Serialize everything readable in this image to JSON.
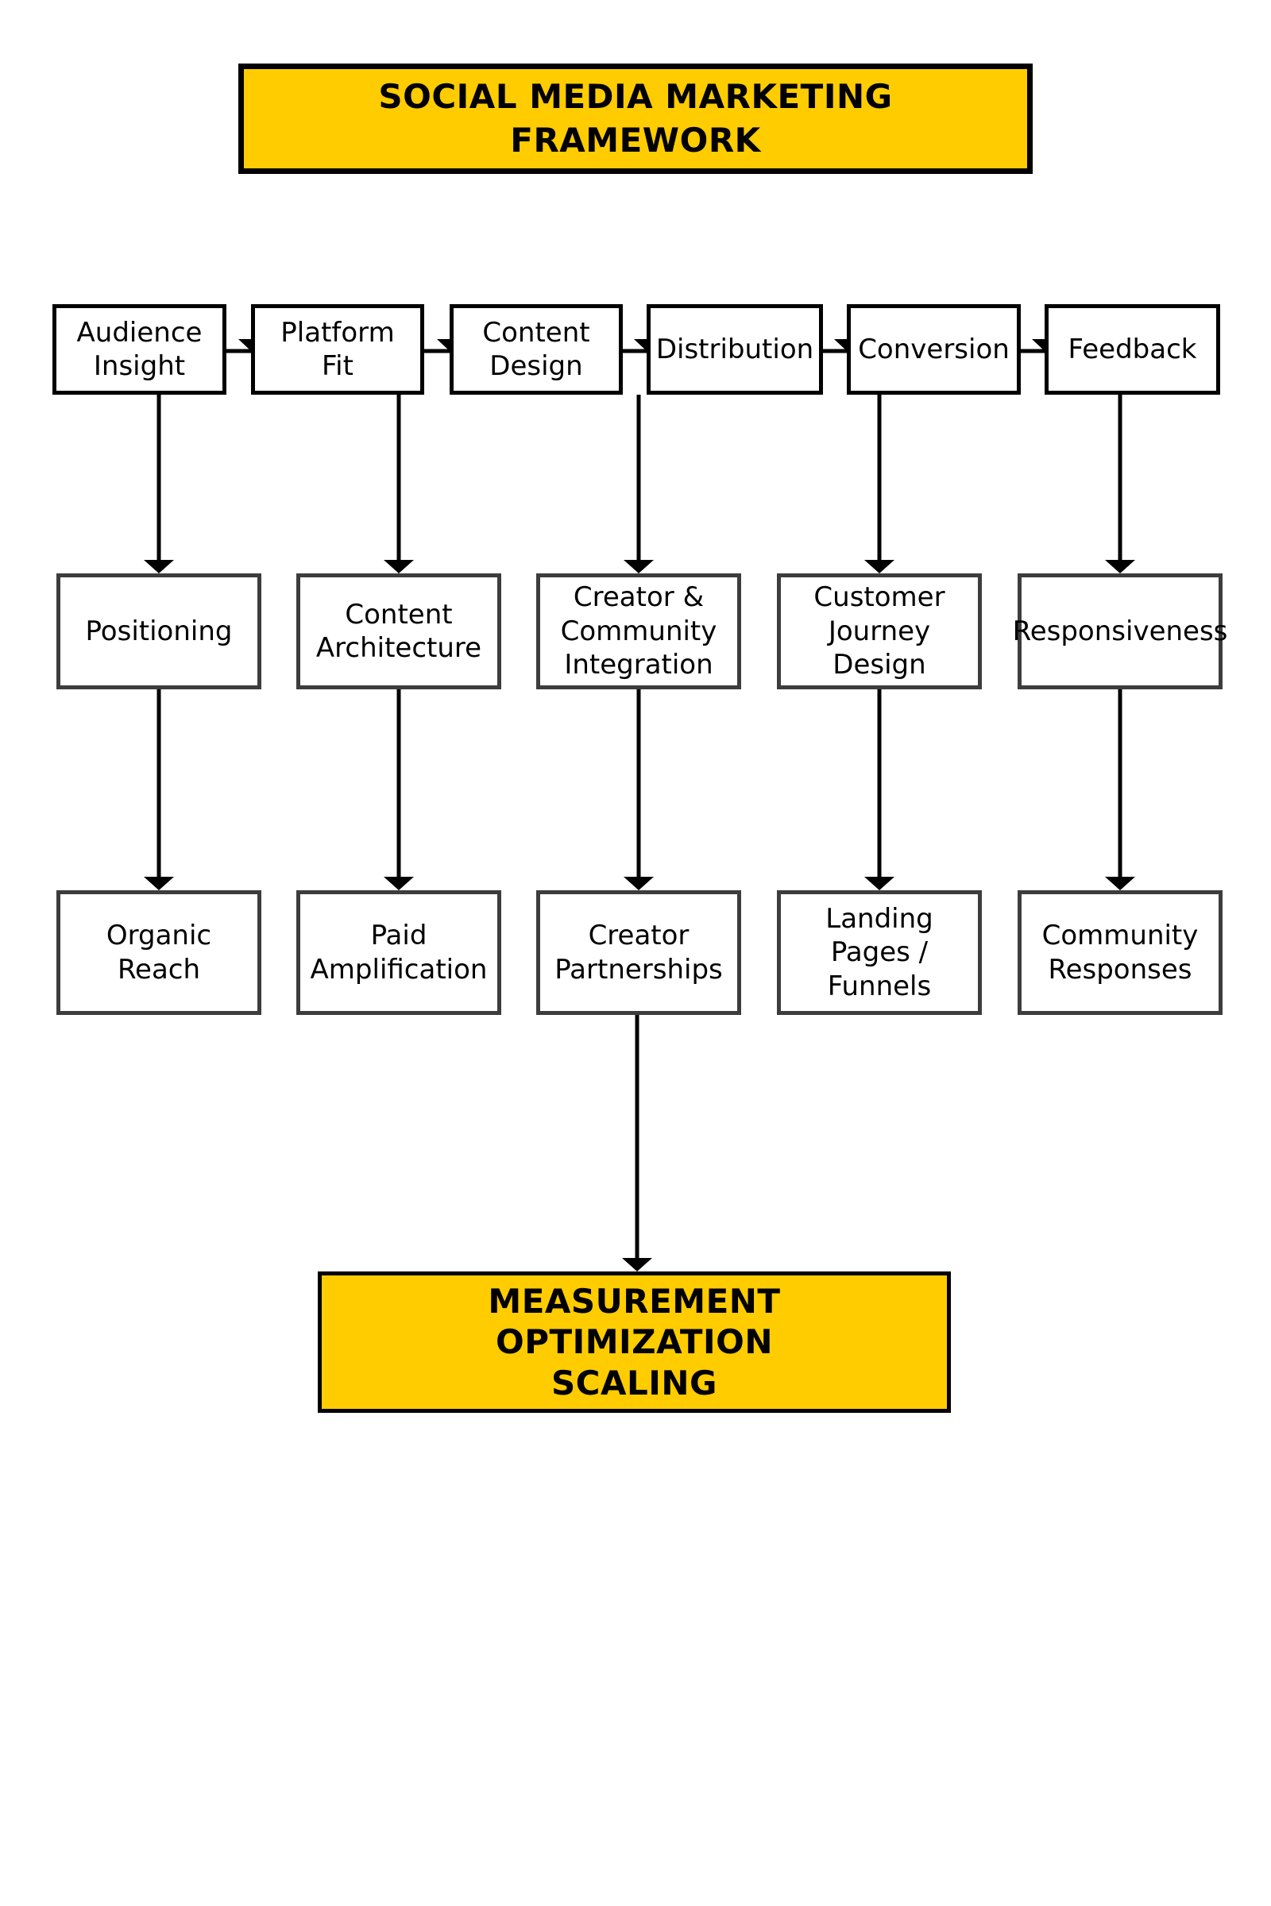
{
  "diagram": {
    "title": "SOCIAL MEDIA MARKETING\nFRAMEWORK",
    "footer": "MEASUREMENT\nOPTIMIZATION\nSCALING",
    "row1": [
      {
        "id": "audience-insight",
        "label": "Audience\nInsight"
      },
      {
        "id": "platform-fit",
        "label": "Platform\nFit"
      },
      {
        "id": "content-design",
        "label": "Content\nDesign"
      },
      {
        "id": "distribution",
        "label": "Distribution"
      },
      {
        "id": "conversion",
        "label": "Conversion"
      },
      {
        "id": "feedback",
        "label": "Feedback"
      }
    ],
    "row2": [
      {
        "id": "positioning",
        "label": "Positioning"
      },
      {
        "id": "content-architecture",
        "label": "Content\nArchitecture"
      },
      {
        "id": "creator-community-integration",
        "label": "Creator &\nCommunity\nIntegration"
      },
      {
        "id": "customer-journey-design",
        "label": "Customer\nJourney\nDesign"
      },
      {
        "id": "responsiveness",
        "label": "Responsiveness"
      }
    ],
    "row3": [
      {
        "id": "organic-reach",
        "label": "Organic\nReach"
      },
      {
        "id": "paid-amplification",
        "label": "Paid\nAmplification"
      },
      {
        "id": "creator-partnerships",
        "label": "Creator\nPartnerships"
      },
      {
        "id": "landing-pages-funnels",
        "label": "Landing\nPages /\nFunnels"
      },
      {
        "id": "community-responses",
        "label": "Community\nResponses"
      }
    ]
  },
  "colors": {
    "highlight_fill": "#FFCC00",
    "primary_border": "#000000",
    "secondary_border": "#3D3D3D",
    "connector": "#000000"
  }
}
